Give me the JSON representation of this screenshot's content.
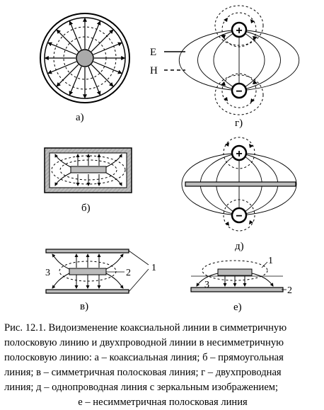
{
  "panels": {
    "a": "а)",
    "b": "б)",
    "v": "в)",
    "g": "г)",
    "d": "д)",
    "e": "е)"
  },
  "legend": {
    "e_label": "E",
    "h_label": "H"
  },
  "charges": {
    "plus": "+",
    "minus": "−"
  },
  "callouts": {
    "one": "1",
    "two": "2",
    "three": "3"
  },
  "caption": {
    "lines": [
      "Рис. 12.1. Видоизменение коаксиальной линии в симметричную",
      "полосковую линию и двухпроводной линии в несимметричную",
      "полосковую линию: а – коаксиальная линия; б – прямоугольная",
      "линия; в –  симметричная полосковая линия; г – двухпроводная",
      "линия; д – однопроводная линия с зеркальным изображением;",
      "е – несимметричная полосковая линия"
    ]
  }
}
